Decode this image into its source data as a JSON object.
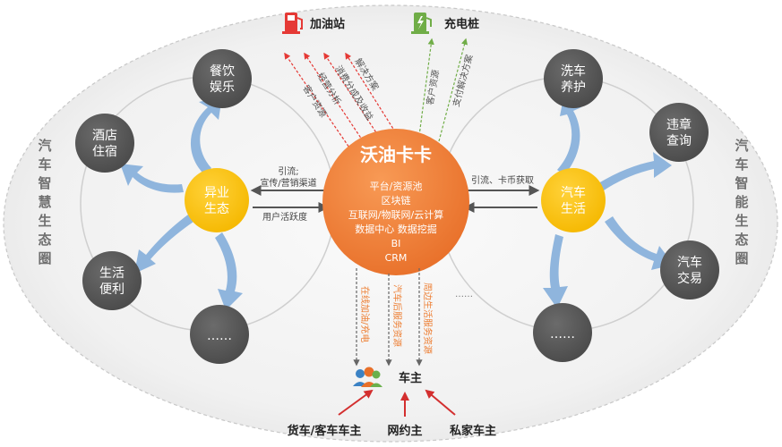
{
  "left_side_label": "汽车智慧生态圈",
  "right_side_label": "汽车智能生态圈",
  "center": {
    "title": "沃油卡卡",
    "lines": [
      "平台/资源池",
      "区块链",
      "互联网/物联网/云计算",
      "数据中心 数据挖掘",
      "BI",
      "CRM"
    ]
  },
  "left_hub": {
    "label_lines": [
      "异业",
      "生态"
    ]
  },
  "right_hub": {
    "label_lines": [
      "汽车",
      "生活"
    ]
  },
  "left_nodes": [
    [
      "餐饮",
      "娱乐"
    ],
    [
      "酒店",
      "住宿"
    ],
    [
      "生活",
      "便利"
    ],
    [
      "……"
    ]
  ],
  "right_nodes": [
    [
      "洗车",
      "养护"
    ],
    [
      "违章",
      "查询"
    ],
    [
      "汽车",
      "交易"
    ],
    [
      "……"
    ]
  ],
  "link_left": {
    "top": "引流;",
    "top2": "宣传/营销渠道",
    "bottom": "用户活跃度"
  },
  "link_right": {
    "top": "引流、卡币获取"
  },
  "gas_station": {
    "label": "加油站",
    "arrow_labels": [
      "客户资源",
      "经营分析",
      "消费分成及收益",
      "解决方案"
    ]
  },
  "charging_pile": {
    "label": "充电桩",
    "arrow_labels": [
      "客户资源",
      "支付解决方案"
    ]
  },
  "down_labels": [
    "在线加油/充电",
    "汽车后服务资源",
    "周边生活服务资源",
    "……"
  ],
  "owner": {
    "label": "车主"
  },
  "owner_types": [
    "货车/客车车主",
    "网约主",
    "私家车主"
  ],
  "colors": {
    "orange": "#ed7d31",
    "yellow": "#ffc000",
    "dark_gray": "#595959",
    "blue_arrow": "#8fb5dd",
    "red": "#e53935",
    "green": "#70ad47"
  }
}
